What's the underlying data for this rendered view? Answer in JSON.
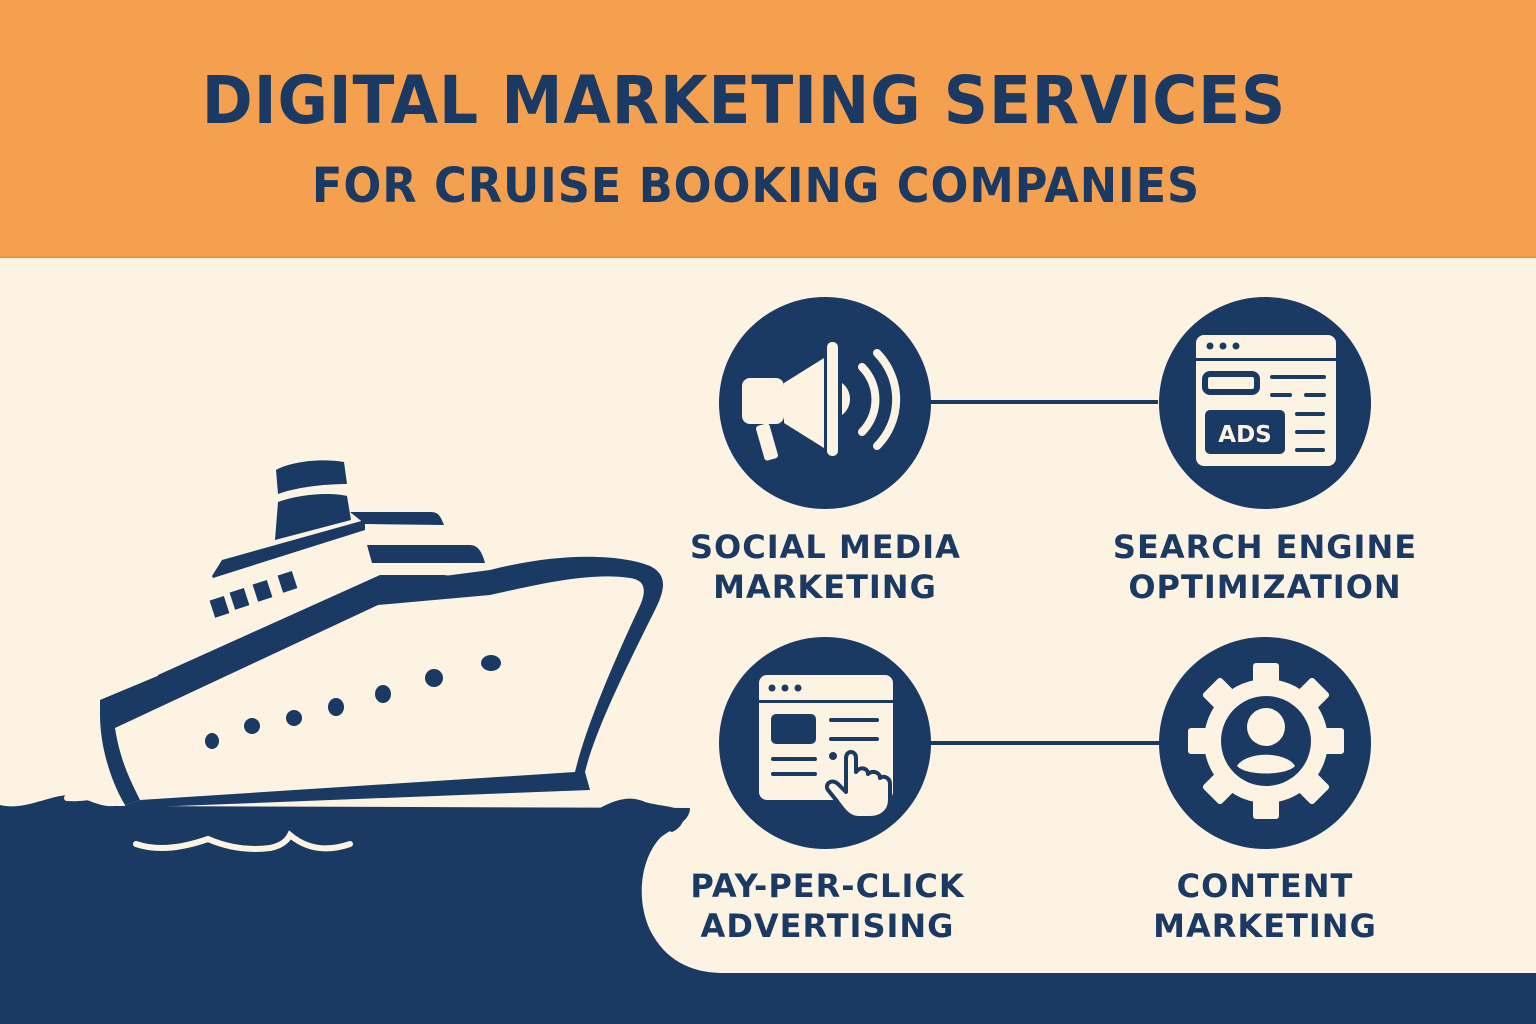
{
  "header": {
    "title": "DIGITAL MARKETING SERVICES",
    "subtitle": "FOR CRUISE BOOKING COMPANIES"
  },
  "colors": {
    "header_bg": "#f4a04f",
    "page_bg": "#fdf3e3",
    "navy": "#1a3a63"
  },
  "illustration": {
    "icon": "cruise-ship-icon",
    "water": "ocean-waves"
  },
  "services": [
    {
      "id": "social",
      "icon": "megaphone-icon",
      "line1": "SOCIAL MEDIA",
      "line2": "MARKETING"
    },
    {
      "id": "seo",
      "icon": "browser-ads-icon",
      "line1": "SEARCH ENGINE",
      "line2": "OPTIMIZATION",
      "icon_text": "ADS"
    },
    {
      "id": "ppc",
      "icon": "browser-click-icon",
      "line1": "PAY-PER-CLICK",
      "line2": "ADVERTISING"
    },
    {
      "id": "content",
      "icon": "gear-user-icon",
      "line1": "CONTENT",
      "line2": "MARKETING"
    }
  ]
}
